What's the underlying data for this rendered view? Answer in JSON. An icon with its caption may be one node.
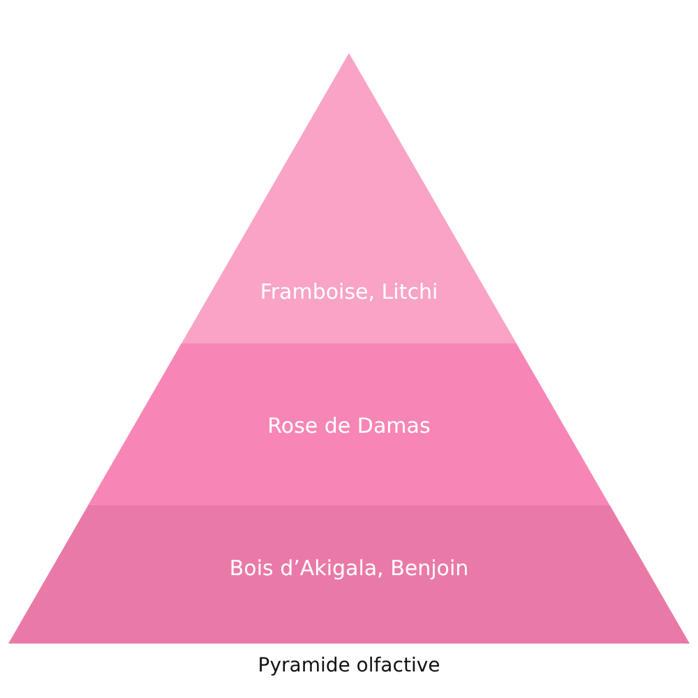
{
  "diagram": {
    "caption": "Pyramide olfactive",
    "nodes": [
      {
        "text": [
          "Framboise, Litchi"
        ]
      },
      {
        "text": [
          "Rose de Damas"
        ]
      },
      {
        "text": [
          "Bois d’Akigala, Benjoin"
        ]
      }
    ]
  }
}
